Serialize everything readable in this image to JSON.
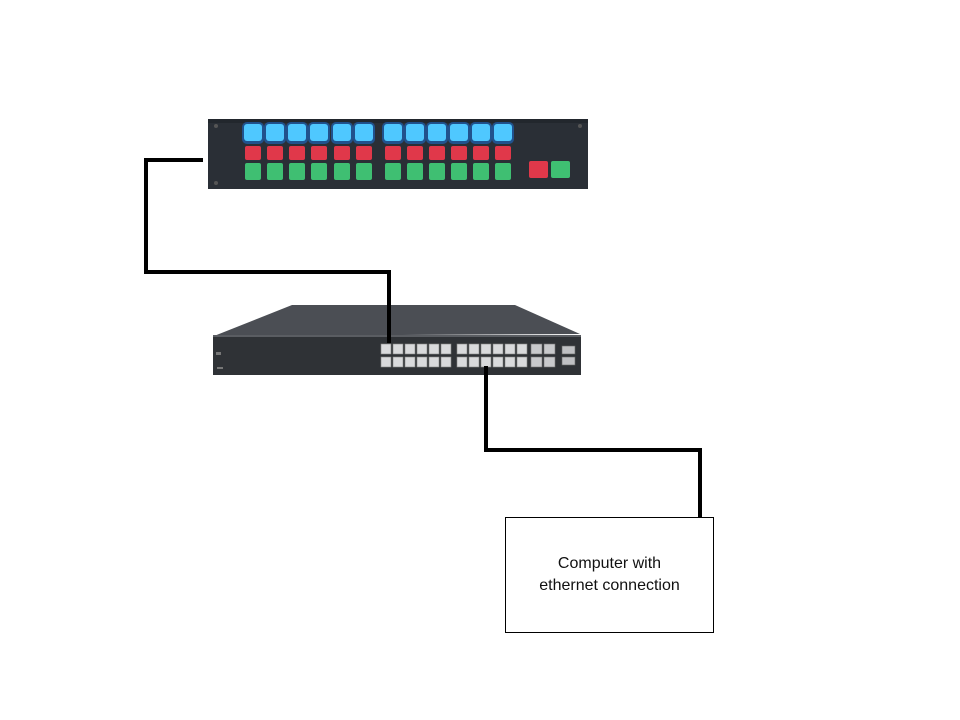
{
  "diagram": {
    "computer_label": "Computer with ethernet connection"
  },
  "colors": {
    "panel_bg": "#2b3036",
    "button_blue": "#4fc8ff",
    "button_red": "#e0384a",
    "button_green": "#3fbf72",
    "switch_body": "#3a3d42",
    "switch_top": "#4a4d52",
    "cable": "#000000"
  },
  "devices": {
    "control_panel": {
      "blue_buttons": 12,
      "red_buttons": 12,
      "green_buttons": 12,
      "extra_buttons": [
        "red",
        "green"
      ]
    },
    "network_switch": {
      "ports": 24,
      "uplink_ports": 4,
      "sfp_ports": 2
    }
  }
}
